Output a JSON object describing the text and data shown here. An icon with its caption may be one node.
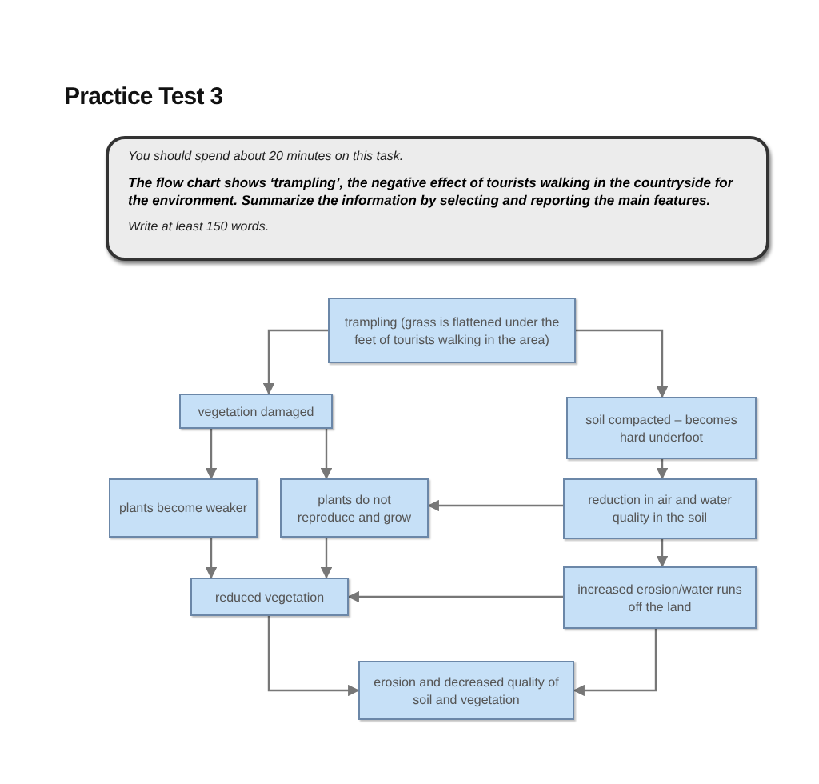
{
  "diagram": {
    "title": "Practice Test 3",
    "nodes": [
      {
        "text": [
          "You should spend about 20 minutes on this task.",
          "The flow chart shows ‘trampling’, the negative effect of tourists walking in the countryside for the environment. Summarize the information by selecting and reporting the main features.",
          "Write at least 150 words."
        ]
      },
      {
        "text": [
          "trampling (grass is flattened under the feet of tourists walking in the area)"
        ]
      },
      {
        "text": [
          "vegetation damaged"
        ]
      },
      {
        "text": [
          "soil compacted – becomes hard underfoot"
        ]
      },
      {
        "text": [
          "plants become weaker"
        ]
      },
      {
        "text": [
          "plants do not reproduce and grow"
        ]
      },
      {
        "text": [
          "reduction in air and water quality in the soil"
        ]
      },
      {
        "text": [
          "reduced vegetation"
        ]
      },
      {
        "text": [
          "increased erosion/water runs off the land"
        ]
      },
      {
        "text": [
          "erosion and decreased quality of soil and vegetation"
        ]
      }
    ],
    "edges": [
      {
        "from": 1,
        "to": 2,
        "arrow": "to"
      },
      {
        "from": 1,
        "to": 3,
        "arrow": "to"
      },
      {
        "from": 2,
        "to": 4,
        "arrow": "to"
      },
      {
        "from": 2,
        "to": 5,
        "arrow": "to"
      },
      {
        "from": 3,
        "to": 6,
        "arrow": "to"
      },
      {
        "from": 6,
        "to": 5,
        "arrow": "to"
      },
      {
        "from": 6,
        "to": 8,
        "arrow": "to"
      },
      {
        "from": 4,
        "to": 7,
        "arrow": "to"
      },
      {
        "from": 5,
        "to": 7,
        "arrow": "to"
      },
      {
        "from": 8,
        "to": 7,
        "arrow": "to"
      },
      {
        "from": 7,
        "to": 9,
        "arrow": "to"
      },
      {
        "from": 8,
        "to": 9,
        "arrow": "to"
      }
    ]
  }
}
